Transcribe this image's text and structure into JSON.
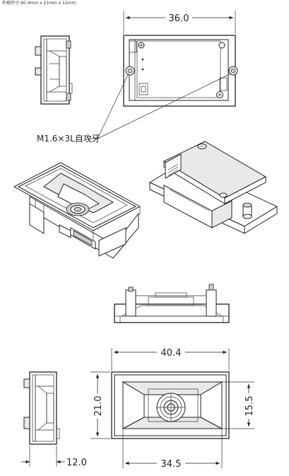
{
  "header_note": "外观尺寸:40.4mm x 21mm x 12mm",
  "screw_label": "M1.6×3L自攻牙",
  "dimensions": {
    "top_width": "36.0",
    "bottom_width": "40.4",
    "bottom_height": "21.0",
    "window_height": "15.5",
    "window_width": "34.5",
    "side_depth": "12.0"
  },
  "colors": {
    "line": "#222222",
    "background": "#ffffff"
  }
}
